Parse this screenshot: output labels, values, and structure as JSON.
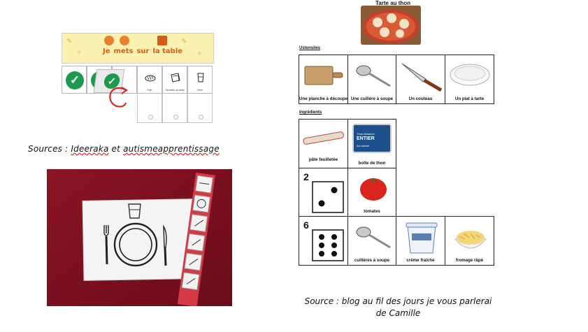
{
  "strip": {
    "words": [
      "Je",
      "mets",
      "sur",
      "la table"
    ],
    "cells": [
      {
        "label": "",
        "state": "checked"
      },
      {
        "label": "",
        "state": "checked"
      },
      {
        "label": "",
        "state": "checked"
      },
      {
        "label": "Pain",
        "icon": "bread-icon"
      },
      {
        "label": "Serviette de table",
        "icon": "napkin-icon"
      },
      {
        "label": "Verre",
        "icon": "glass-icon"
      }
    ]
  },
  "source_left": {
    "prefix": "Sources : ",
    "name1": "Ideeraka",
    "middle": " et ",
    "name2": "autismeapprentissage"
  },
  "recipe": {
    "title": "Tarte au thon",
    "utensils_heading": "Ustensiles",
    "utensils": [
      "Une planche à découper",
      "Une cuillère à soupe",
      "Un couteau",
      "Un plat à tarte"
    ],
    "ingredients_heading": "Ingrédients",
    "ingredients": [
      {
        "caption": "pâte feuilletée",
        "icon": "pastry-roll-icon"
      },
      {
        "caption": "boîte de thon",
        "icon": "tuna-can-icon",
        "can_text": [
          "Thon Albacore",
          "ENTIER",
          "Au naturel"
        ]
      },
      {
        "count": "2",
        "dice": 2,
        "caption": "tomates",
        "icon": "tomato-icon"
      },
      {
        "count": "6",
        "dice": 6,
        "captions": [
          "cuillères à soupe",
          "crème fraîche",
          "fromage râpé"
        ]
      }
    ]
  },
  "source_right": {
    "line1": "Source : blog au fil des jours je vous parlerai",
    "line2": "de Camille"
  },
  "colors": {
    "check_green": "#1e9a4e",
    "header_yellow": "#fbf1b0",
    "title_orange": "#e05a12",
    "photo_background": "#7a1020",
    "arrow_red": "#d62b2b"
  }
}
